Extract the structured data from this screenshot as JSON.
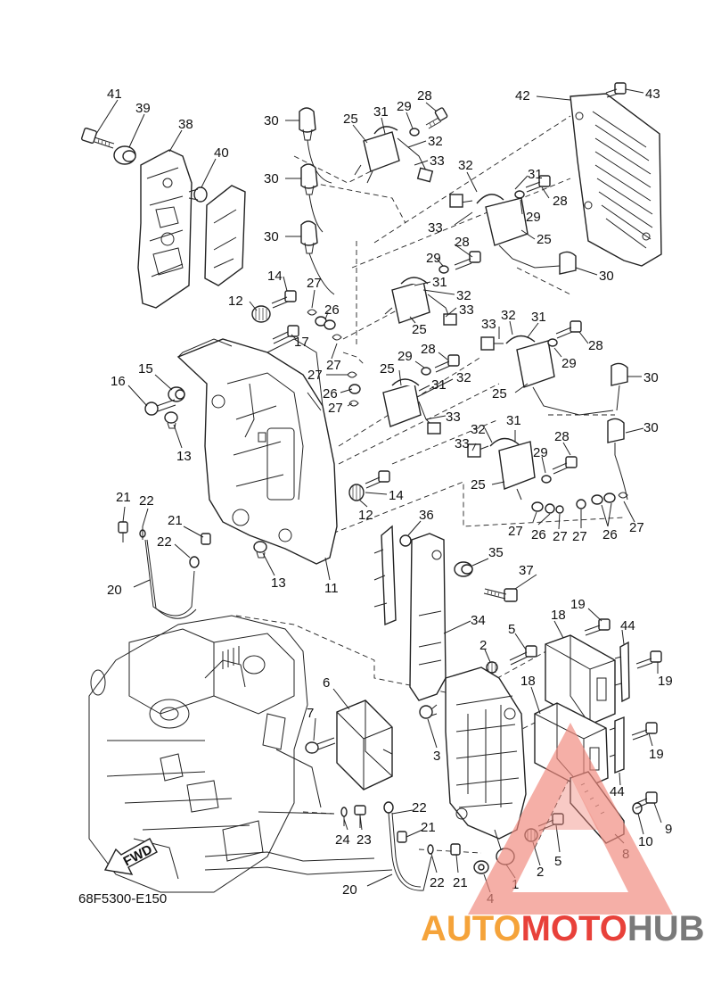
{
  "diagram": {
    "code": "68F5300-E150",
    "fwd_label": "FWD",
    "callouts": [
      {
        "id": "c41",
        "text": "41"
      },
      {
        "id": "c39",
        "text": "39"
      },
      {
        "id": "c38",
        "text": "38"
      },
      {
        "id": "c40",
        "text": "40"
      },
      {
        "id": "c30a",
        "text": "30"
      },
      {
        "id": "c30b",
        "text": "30"
      },
      {
        "id": "c30c",
        "text": "30"
      },
      {
        "id": "c25a",
        "text": "25"
      },
      {
        "id": "c31a",
        "text": "31"
      },
      {
        "id": "c29a",
        "text": "29"
      },
      {
        "id": "c28a",
        "text": "28"
      },
      {
        "id": "c32a",
        "text": "32"
      },
      {
        "id": "c33a",
        "text": "33"
      },
      {
        "id": "c42",
        "text": "42"
      },
      {
        "id": "c43",
        "text": "43"
      },
      {
        "id": "c32b",
        "text": "32"
      },
      {
        "id": "c31b",
        "text": "31"
      },
      {
        "id": "c28b",
        "text": "28"
      },
      {
        "id": "c29b",
        "text": "29"
      },
      {
        "id": "c33b",
        "text": "33"
      },
      {
        "id": "c25b",
        "text": "25"
      },
      {
        "id": "c30d",
        "text": "30"
      },
      {
        "id": "c28c",
        "text": "28"
      },
      {
        "id": "c29c",
        "text": "29"
      },
      {
        "id": "c31c",
        "text": "31"
      },
      {
        "id": "c32c",
        "text": "32"
      },
      {
        "id": "c33c",
        "text": "33"
      },
      {
        "id": "c25c",
        "text": "25"
      },
      {
        "id": "c14a",
        "text": "14"
      },
      {
        "id": "c12a",
        "text": "12"
      },
      {
        "id": "c27a",
        "text": "27"
      },
      {
        "id": "c26a",
        "text": "26"
      },
      {
        "id": "c17",
        "text": "17"
      },
      {
        "id": "c27b",
        "text": "27"
      },
      {
        "id": "c27c",
        "text": "27"
      },
      {
        "id": "c26b",
        "text": "26"
      },
      {
        "id": "c27d",
        "text": "27"
      },
      {
        "id": "c33d",
        "text": "33"
      },
      {
        "id": "c32d",
        "text": "32"
      },
      {
        "id": "c31d",
        "text": "31"
      },
      {
        "id": "c28d",
        "text": "28"
      },
      {
        "id": "c29d",
        "text": "29"
      },
      {
        "id": "c25d",
        "text": "25"
      },
      {
        "id": "c30e",
        "text": "30"
      },
      {
        "id": "c15",
        "text": "15"
      },
      {
        "id": "c16",
        "text": "16"
      },
      {
        "id": "c13a",
        "text": "13"
      },
      {
        "id": "c29e",
        "text": "29"
      },
      {
        "id": "c28e",
        "text": "28"
      },
      {
        "id": "c31e",
        "text": "31"
      },
      {
        "id": "c32e",
        "text": "32"
      },
      {
        "id": "c25e",
        "text": "25"
      },
      {
        "id": "c33e",
        "text": "33"
      },
      {
        "id": "c30f",
        "text": "30"
      },
      {
        "id": "c31f",
        "text": "31"
      },
      {
        "id": "c32f",
        "text": "32"
      },
      {
        "id": "c33f",
        "text": "33"
      },
      {
        "id": "c29f",
        "text": "29"
      },
      {
        "id": "c28f",
        "text": "28"
      },
      {
        "id": "c25f",
        "text": "25"
      },
      {
        "id": "c14b",
        "text": "14"
      },
      {
        "id": "c12b",
        "text": "12"
      },
      {
        "id": "c27e",
        "text": "27"
      },
      {
        "id": "c26c",
        "text": "26"
      },
      {
        "id": "c27f",
        "text": "27"
      },
      {
        "id": "c27g",
        "text": "27"
      },
      {
        "id": "c26d",
        "text": "26"
      },
      {
        "id": "c27h",
        "text": "27"
      },
      {
        "id": "c21a",
        "text": "21"
      },
      {
        "id": "c22a",
        "text": "22"
      },
      {
        "id": "c21b",
        "text": "21"
      },
      {
        "id": "c22b",
        "text": "22"
      },
      {
        "id": "c20a",
        "text": "20"
      },
      {
        "id": "c13b",
        "text": "13"
      },
      {
        "id": "c11",
        "text": "11"
      },
      {
        "id": "c36",
        "text": "36"
      },
      {
        "id": "c35",
        "text": "35"
      },
      {
        "id": "c37",
        "text": "37"
      },
      {
        "id": "c34",
        "text": "34"
      },
      {
        "id": "c19a",
        "text": "19"
      },
      {
        "id": "c18a",
        "text": "18"
      },
      {
        "id": "c44a",
        "text": "44"
      },
      {
        "id": "c2a",
        "text": "2"
      },
      {
        "id": "c5a",
        "text": "5"
      },
      {
        "id": "c19b",
        "text": "19"
      },
      {
        "id": "c6",
        "text": "6"
      },
      {
        "id": "c7",
        "text": "7"
      },
      {
        "id": "c3",
        "text": "3"
      },
      {
        "id": "c18b",
        "text": "18"
      },
      {
        "id": "c19c",
        "text": "19"
      },
      {
        "id": "c44b",
        "text": "44"
      },
      {
        "id": "c24",
        "text": "24"
      },
      {
        "id": "c23",
        "text": "23"
      },
      {
        "id": "c22c",
        "text": "22"
      },
      {
        "id": "c21c",
        "text": "21"
      },
      {
        "id": "c9",
        "text": "9"
      },
      {
        "id": "c10",
        "text": "10"
      },
      {
        "id": "c8",
        "text": "8"
      },
      {
        "id": "c5b",
        "text": "5"
      },
      {
        "id": "c2b",
        "text": "2"
      },
      {
        "id": "c1",
        "text": "1"
      },
      {
        "id": "c4",
        "text": "4"
      },
      {
        "id": "c20b",
        "text": "20"
      },
      {
        "id": "c22d",
        "text": "22"
      },
      {
        "id": "c21d",
        "text": "21"
      }
    ]
  },
  "watermark": {
    "part_auto": "AUTO",
    "part_moto": "MOTO",
    "part_hub": "HUB",
    "colors": {
      "orange": "#f5a33a",
      "red": "#e8413a",
      "gray": "#7a7a7a",
      "triangle": "#f08a7e"
    }
  }
}
